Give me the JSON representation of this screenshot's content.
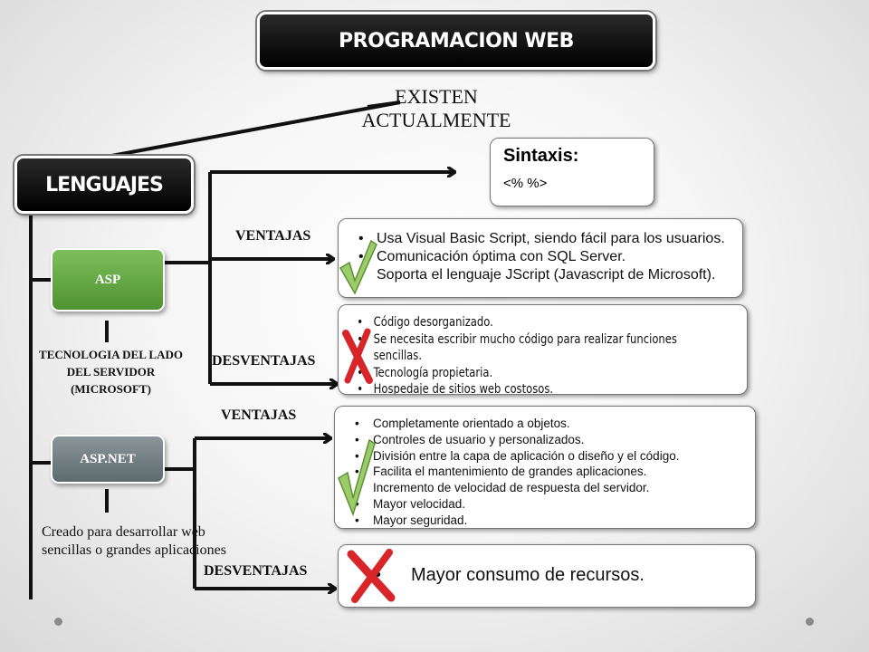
{
  "title": "PROGRAMACION WEB",
  "existen": "EXISTEN ACTUALMENTE",
  "lenguajes": "LENGUAJES",
  "asp": {
    "label": "ASP",
    "tecnologia": "TECNOLOGIA DEL LADO DEL SERVIDOR (MICROSOFT)",
    "sintaxis": {
      "heading": "Sintaxis:",
      "code": "<% %>"
    },
    "ventajas_label": "VENTAJAS",
    "ventajas": [
      "Usa Visual Basic Script, siendo fácil para los usuarios.",
      "Comunicación óptima con SQL Server.",
      "Soporta el lenguaje JScript (Javascript de Microsoft)."
    ],
    "desventajas_label": "DESVENTAJAS",
    "desventajas": [
      "Código desorganizado.",
      "Se necesita escribir mucho código para realizar funciones sencillas.",
      "Tecnología propietaria.",
      "Hospedaje de sitios web costosos."
    ]
  },
  "aspnet": {
    "label": "ASP.NET",
    "creado": "Creado para desarrollar web sencillas o grandes aplicaciones",
    "ventajas_label": "VENTAJAS",
    "ventajas": [
      "Completamente orientado a objetos.",
      "Controles de usuario y personalizados.",
      "División entre la capa de aplicación o diseño y el código.",
      "Facilita el mantenimiento de grandes aplicaciones.",
      "Incremento de velocidad de respuesta del servidor.",
      "Mayor velocidad.",
      "Mayor seguridad."
    ],
    "desventajas_label": "DESVENTAJAS",
    "desventajas": [
      "Mayor consumo de recursos."
    ]
  },
  "colors": {
    "check": "#9ccc6a",
    "cross": "#d8252a",
    "asp_green": "#5fa33e",
    "aspnet_gray": "#6e7b7f"
  },
  "icons": {
    "check": "check-icon",
    "cross": "cross-icon",
    "bullet": "bullet-icon"
  }
}
